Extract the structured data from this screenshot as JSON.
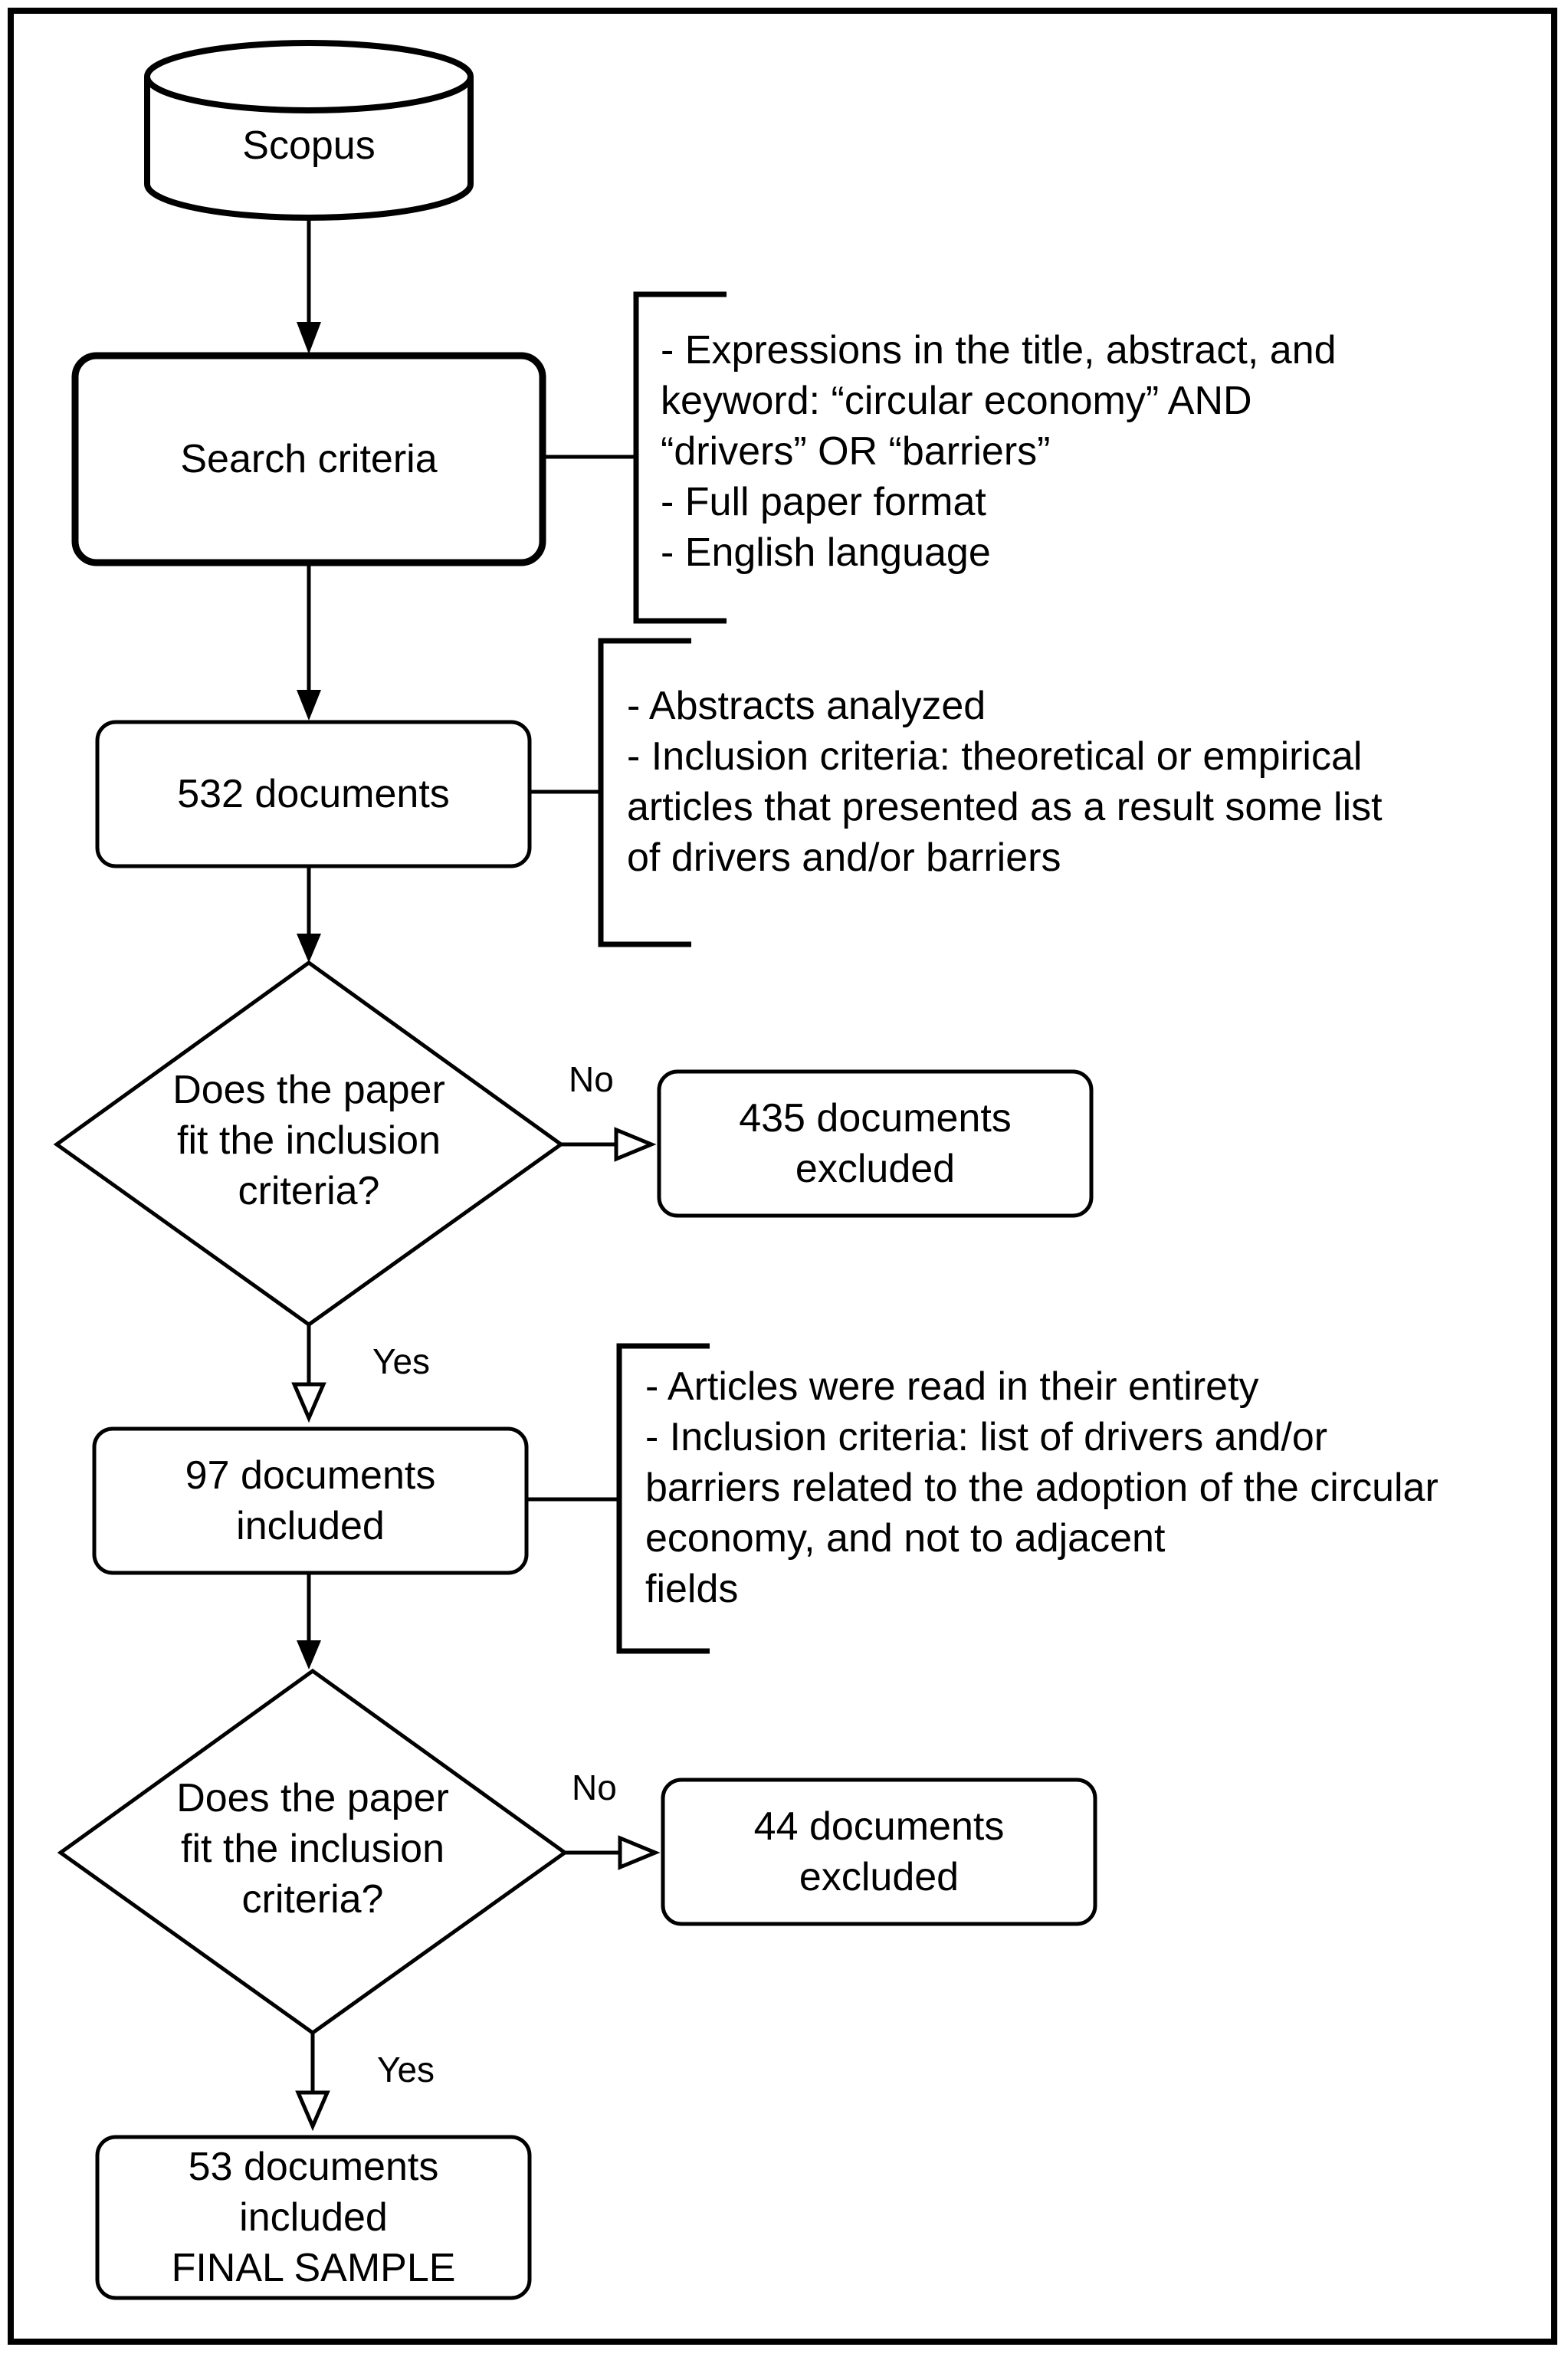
{
  "nodes": {
    "scopus": "Scopus",
    "search": "Search criteria",
    "docs532": "532 documents",
    "decision1": [
      "Does the paper",
      "fit the inclusion",
      "criteria?"
    ],
    "excluded435": [
      "435 documents",
      "excluded"
    ],
    "included97": [
      "97 documents",
      "included"
    ],
    "decision2": [
      "Does the paper",
      "fit the inclusion",
      "criteria?"
    ],
    "excluded44": [
      "44 documents",
      "excluded"
    ],
    "final53": [
      "53 documents",
      "included",
      "FINAL SAMPLE"
    ]
  },
  "notes": {
    "search": [
      "- Expressions in the title, abstract, and",
      "keyword: “circular economy” AND",
      "“drivers” OR “barriers”",
      "- Full paper format",
      "- English language"
    ],
    "abstracts": [
      "- Abstracts analyzed",
      "- Inclusion criteria: theoretical or empirical",
      "articles that presented as a result some list",
      "of drivers and/or barriers"
    ],
    "fulltext": [
      "- Articles were read in their entirety",
      "- Inclusion criteria: list of drivers and/or",
      "barriers related to the adoption of the circular",
      "economy, and not to adjacent",
      "fields"
    ]
  },
  "edge_labels": {
    "no1": "No",
    "yes1": "Yes",
    "no2": "No",
    "yes2": "Yes"
  }
}
